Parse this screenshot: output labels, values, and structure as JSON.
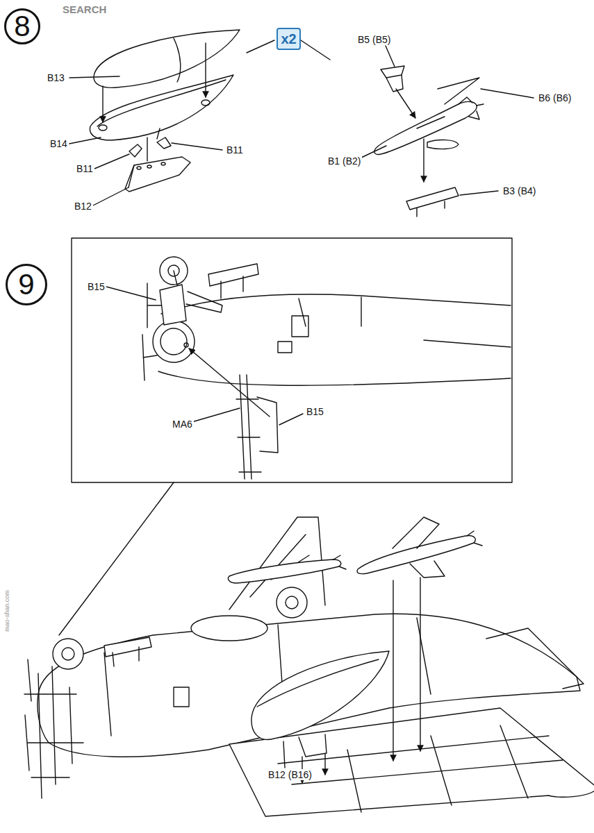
{
  "diagram": {
    "nodes": [
      {
        "text": [
          "8"
        ]
      },
      {
        "text": [
          "x2"
        ]
      },
      {
        "text": [
          "9"
        ]
      }
    ],
    "labels": [
      "B13",
      "B14",
      "B11",
      "B11",
      "B12",
      "B5 (B5)",
      "B6 (B6)",
      "B1 (B2)",
      "B3 (B4)",
      "B15",
      "MA6",
      "B15",
      "B12 (B16)",
      "SEARCH",
      "mao-shan.com"
    ]
  }
}
